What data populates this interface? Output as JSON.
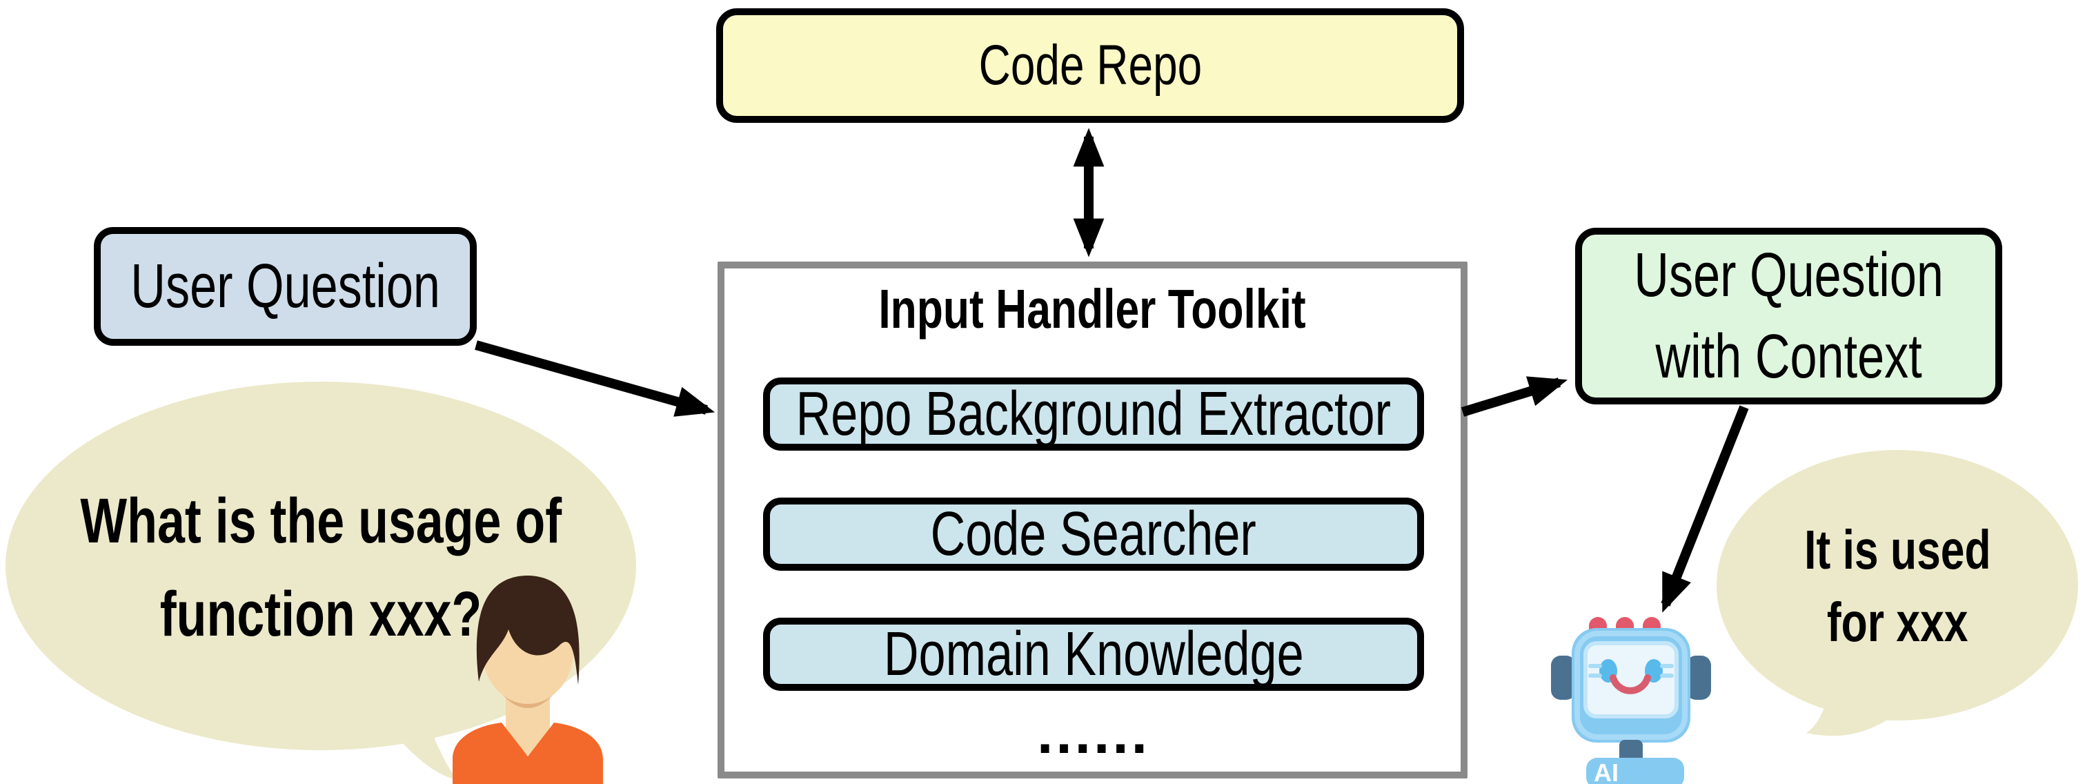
{
  "code_repo": {
    "label": "Code Repo"
  },
  "toolkit": {
    "title": "Input Handler Toolkit",
    "items": [
      {
        "label": "Repo Background Extractor"
      },
      {
        "label": "Code Searcher"
      },
      {
        "label": "Domain Knowledge"
      }
    ],
    "ellipsis": "......"
  },
  "user_question": {
    "label": "User Question"
  },
  "context_box": {
    "lines": [
      "User Question",
      "with Context"
    ]
  },
  "user_bubble": {
    "lines": [
      "What is the usage of",
      "function xxx?"
    ]
  },
  "ai_bubble": {
    "lines": [
      "It is used",
      "for xxx"
    ]
  },
  "robot": {
    "badge": "AI"
  },
  "colors": {
    "code_repo_fill": "#FBF9C6",
    "user_question_fill": "#CFDDEA",
    "toolkit_item_fill": "#CCE5ED",
    "context_fill": "#DEF6DD",
    "bubble_fill": "#ECE9CA",
    "toolkit_border": "#8A8A8A",
    "arrow_black": "#000000",
    "shirt_orange": "#F3692B",
    "hair_brown": "#3A2318",
    "skin": "#F6D6A7",
    "robot_body_blue": "#85CAF1",
    "robot_dark_blue": "#4B7191",
    "robot_red": "#E2596B"
  }
}
